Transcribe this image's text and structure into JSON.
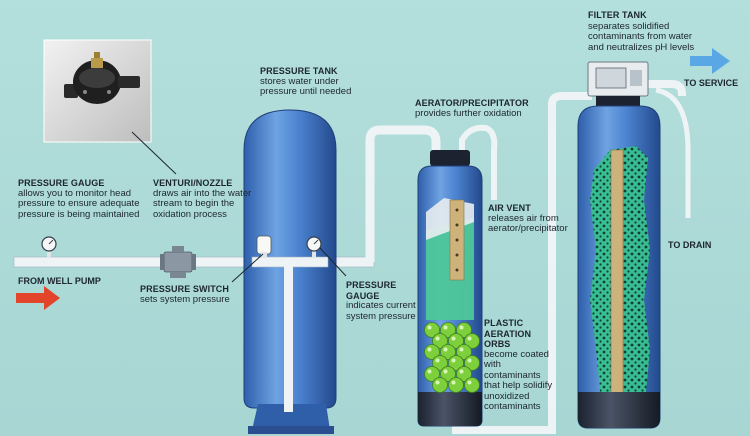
{
  "labels": {
    "pressure_gauge_left": {
      "title": "PRESSURE GAUGE",
      "text": "allows you to monitor head pressure to ensure adequate pressure is being maintained"
    },
    "venturi": {
      "title": "VENTURI/NOZZLE",
      "text": "draws air into the water stream to begin the oxidation process"
    },
    "pressure_tank": {
      "title": "PRESSURE TANK",
      "text": "stores water under pressure until needed"
    },
    "aerator": {
      "title": "AERATOR/PRECIPITATOR",
      "text": "provides further oxidation"
    },
    "filter_tank": {
      "title": "FILTER TANK",
      "text": "separates solidified contaminants from water and neutralizes pH levels"
    },
    "air_vent": {
      "title": "AIR VENT",
      "text": "releases air from aerator/precipitator"
    },
    "pressure_switch": {
      "title": "PRESSURE SWITCH",
      "text": "sets system pressure"
    },
    "pressure_gauge_right": {
      "title": "PRESSURE GAUGE",
      "text": "indicates current system pressure"
    },
    "plastic_orbs": {
      "title": "PLASTIC AERATION ORBS",
      "text": "become coated with contaminants that help solidify unoxidized contaminants"
    },
    "from_well_pump": "FROM WELL PUMP",
    "to_service": "TO SERVICE",
    "to_drain": "TO DRAIN"
  },
  "colors": {
    "background": "#a9d8d6",
    "tank_blue": "#3f79c8",
    "pipe_white": "#eef3f6",
    "arrow_red": "#e2452a",
    "arrow_blue": "#5aa7e6",
    "water_green": "#4ec79a",
    "orb_green": "#7dcf3c"
  },
  "icons": [
    "venturi-photo-icon",
    "pressure-gauge-icon",
    "pressure-switch-icon",
    "arrow-right-icon"
  ]
}
